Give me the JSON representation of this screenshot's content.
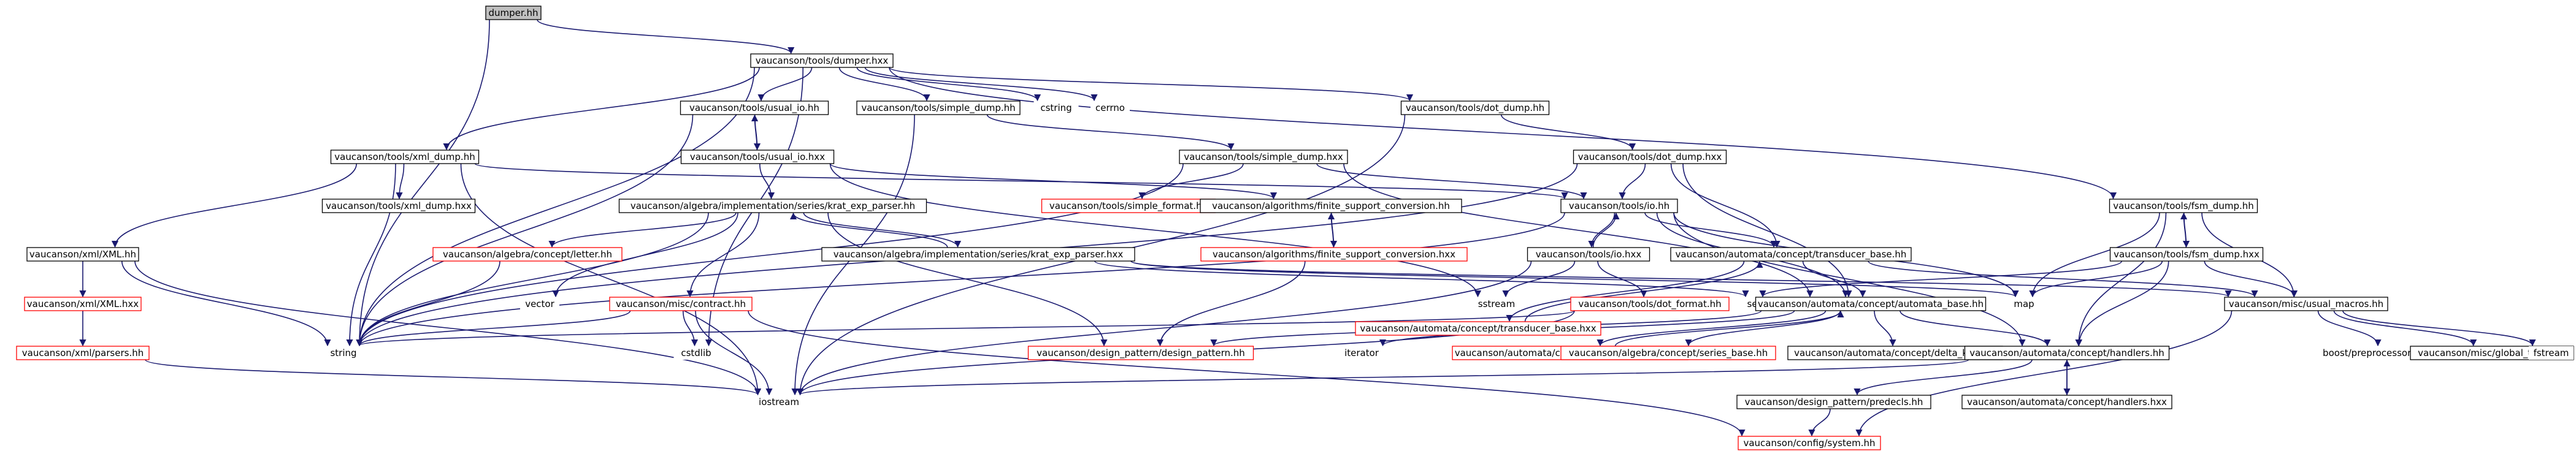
{
  "colors": {
    "edge": "#191970",
    "border": "#000000",
    "missing_border": "#ff0000",
    "root_fill": "#bfbfbf",
    "background": "#ffffff"
  },
  "nodes": {
    "dumper_hh": {
      "label": "dumper.hh",
      "style": "root"
    },
    "tools_dumper_hxx": {
      "label": "vaucanson/tools/dumper.hxx",
      "style": "boxed"
    },
    "tools_xml_dump_hh": {
      "label": "vaucanson/tools/xml_dump.hh",
      "style": "boxed"
    },
    "tools_usual_io_hh": {
      "label": "vaucanson/tools/usual_io.hh",
      "style": "boxed"
    },
    "tools_simple_dump_hh": {
      "label": "vaucanson/tools/simple_dump.hh",
      "style": "boxed"
    },
    "cstring": {
      "label": "cstring",
      "style": "plain"
    },
    "cerrno": {
      "label": "cerrno",
      "style": "plain"
    },
    "tools_dot_dump_hh": {
      "label": "vaucanson/tools/dot_dump.hh",
      "style": "boxed"
    },
    "tools_fsm_dump_hh": {
      "label": "vaucanson/tools/fsm_dump.hh",
      "style": "boxed"
    },
    "tools_usual_io_hxx": {
      "label": "vaucanson/tools/usual_io.hxx",
      "style": "boxed"
    },
    "tools_simple_dump_hxx": {
      "label": "vaucanson/tools/simple_dump.hxx",
      "style": "boxed"
    },
    "tools_dot_dump_hxx": {
      "label": "vaucanson/tools/dot_dump.hxx",
      "style": "boxed"
    },
    "tools_xml_dump_hxx": {
      "label": "vaucanson/tools/xml_dump.hxx",
      "style": "boxed"
    },
    "krat_exp_parser_hh": {
      "label": "vaucanson/algebra/implementation/series/krat_exp_parser.hh",
      "style": "boxed"
    },
    "tools_simple_format_hh": {
      "label": "vaucanson/tools/simple_format.hh",
      "style": "missing"
    },
    "finite_support_conversion_hh": {
      "label": "vaucanson/algorithms/finite_support_conversion.hh",
      "style": "boxed"
    },
    "tools_io_hh": {
      "label": "vaucanson/tools/io.hh",
      "style": "boxed"
    },
    "tools_fsm_dump_hxx": {
      "label": "vaucanson/tools/fsm_dump.hxx",
      "style": "boxed"
    },
    "xml_XML_hh": {
      "label": "vaucanson/xml/XML.hh",
      "style": "boxed"
    },
    "concept_letter_hh": {
      "label": "vaucanson/algebra/concept/letter.hh",
      "style": "missing"
    },
    "vector": {
      "label": "vector",
      "style": "plain"
    },
    "krat_exp_parser_hxx": {
      "label": "vaucanson/algebra/implementation/series/krat_exp_parser.hxx",
      "style": "boxed"
    },
    "finite_support_conversion_hxx": {
      "label": "vaucanson/algorithms/finite_support_conversion.hxx",
      "style": "missing"
    },
    "tools_io_hxx": {
      "label": "vaucanson/tools/io.hxx",
      "style": "boxed"
    },
    "transducer_base_hh": {
      "label": "vaucanson/automata/concept/transducer_base.hh",
      "style": "boxed"
    },
    "xml_XML_hxx": {
      "label": "vaucanson/xml/XML.hxx",
      "style": "missing"
    },
    "misc_contract_hh": {
      "label": "vaucanson/misc/contract.hh",
      "style": "missing"
    },
    "sstream": {
      "label": "sstream",
      "style": "plain"
    },
    "transducer_base_hxx": {
      "label": "vaucanson/automata/concept/transducer_base.hxx",
      "style": "missing"
    },
    "tools_dot_format_hh": {
      "label": "vaucanson/tools/dot_format.hh",
      "style": "missing"
    },
    "set": {
      "label": "set",
      "style": "plain"
    },
    "automata_base_hh": {
      "label": "vaucanson/automata/concept/automata_base.hh",
      "style": "boxed"
    },
    "map": {
      "label": "map",
      "style": "plain"
    },
    "usual_macros_hh": {
      "label": "vaucanson/misc/usual_macros.hh",
      "style": "boxed"
    },
    "xml_parsers_hh": {
      "label": "vaucanson/xml/parsers.hh",
      "style": "missing"
    },
    "string": {
      "label": "string",
      "style": "plain"
    },
    "cstdlib": {
      "label": "cstdlib",
      "style": "plain"
    },
    "design_pattern_hh": {
      "label": "vaucanson/design_pattern/design_pattern.hh",
      "style": "missing"
    },
    "iterator": {
      "label": "iterator",
      "style": "plain"
    },
    "automata_base_hxx": {
      "label": "vaucanson/automata/concept/automata_base.hxx",
      "style": "missing"
    },
    "delta_kind_hh": {
      "label": "vaucanson/automata/concept/delta_kind.hh",
      "style": "boxed"
    },
    "series_base_hh": {
      "label": "vaucanson/algebra/concept/series_base.hh",
      "style": "missing"
    },
    "boost_cat_hpp": {
      "label": "boost/preprocessor/cat.hpp",
      "style": "plain"
    },
    "global_timer_hh": {
      "label": "vaucanson/misc/global_timer.hh",
      "style": "boxed"
    },
    "fstream": {
      "label": "fstream",
      "style": "plain"
    },
    "handlers_hh": {
      "label": "vaucanson/automata/concept/handlers.hh",
      "style": "boxed"
    },
    "iostream": {
      "label": "iostream",
      "style": "plain"
    },
    "predecls_hh": {
      "label": "vaucanson/design_pattern/predecls.hh",
      "style": "boxed"
    },
    "handlers_hxx": {
      "label": "vaucanson/automata/concept/handlers.hxx",
      "style": "boxed"
    },
    "config_system_hh": {
      "label": "vaucanson/config/system.hh",
      "style": "missing"
    }
  },
  "edges": [
    [
      "dumper_hh",
      "tools_dumper_hxx"
    ],
    [
      "dumper_hh",
      "string"
    ],
    [
      "tools_dumper_hxx",
      "tools_xml_dump_hh"
    ],
    [
      "tools_dumper_hxx",
      "tools_usual_io_hh"
    ],
    [
      "tools_dumper_hxx",
      "tools_simple_dump_hh"
    ],
    [
      "tools_dumper_hxx",
      "cstring"
    ],
    [
      "tools_dumper_hxx",
      "cerrno"
    ],
    [
      "tools_dumper_hxx",
      "tools_dot_dump_hh"
    ],
    [
      "tools_dumper_hxx",
      "tools_fsm_dump_hh"
    ],
    [
      "tools_dumper_hxx",
      "string"
    ],
    [
      "tools_dumper_hxx",
      "cstdlib"
    ],
    [
      "tools_xml_dump_hh",
      "tools_xml_dump_hxx"
    ],
    [
      "tools_xml_dump_hh",
      "xml_XML_hh"
    ],
    [
      "tools_xml_dump_hh",
      "string"
    ],
    [
      "tools_xml_dump_hh",
      "tools_io_hh"
    ],
    [
      "tools_xml_dump_hh",
      "iostream"
    ],
    [
      "tools_usual_io_hh",
      "tools_usual_io_hxx"
    ],
    [
      "tools_usual_io_hh",
      "string"
    ],
    [
      "tools_usual_io_hxx",
      "tools_usual_io_hh"
    ],
    [
      "tools_usual_io_hxx",
      "krat_exp_parser_hh"
    ],
    [
      "tools_usual_io_hxx",
      "finite_support_conversion_hh"
    ],
    [
      "tools_usual_io_hxx",
      "sstream"
    ],
    [
      "tools_simple_dump_hh",
      "tools_simple_dump_hxx"
    ],
    [
      "tools_simple_dump_hh",
      "iostream"
    ],
    [
      "tools_simple_dump_hxx",
      "tools_simple_format_hh"
    ],
    [
      "tools_simple_dump_hxx",
      "tools_io_hh"
    ],
    [
      "tools_simple_dump_hxx",
      "automata_base_hh"
    ],
    [
      "tools_simple_dump_hxx",
      "string"
    ],
    [
      "tools_dot_dump_hh",
      "tools_dot_dump_hxx"
    ],
    [
      "tools_dot_dump_hh",
      "iostream"
    ],
    [
      "tools_dot_dump_hxx",
      "tools_io_hh"
    ],
    [
      "tools_dot_dump_hxx",
      "transducer_base_hh"
    ],
    [
      "tools_dot_dump_hxx",
      "automata_base_hh"
    ],
    [
      "tools_dot_dump_hxx",
      "string"
    ],
    [
      "tools_fsm_dump_hh",
      "tools_fsm_dump_hxx"
    ],
    [
      "tools_fsm_dump_hh",
      "handlers_hh"
    ],
    [
      "tools_fsm_dump_hh",
      "usual_macros_hh"
    ],
    [
      "tools_fsm_dump_hh",
      "map"
    ],
    [
      "tools_fsm_dump_hxx",
      "tools_fsm_dump_hh"
    ],
    [
      "tools_fsm_dump_hxx",
      "set"
    ],
    [
      "tools_fsm_dump_hxx",
      "map"
    ],
    [
      "tools_fsm_dump_hxx",
      "usual_macros_hh"
    ],
    [
      "tools_fsm_dump_hxx",
      "handlers_hh"
    ],
    [
      "krat_exp_parser_hh",
      "krat_exp_parser_hxx"
    ],
    [
      "krat_exp_parser_hh",
      "concept_letter_hh"
    ],
    [
      "krat_exp_parser_hh",
      "vector"
    ],
    [
      "krat_exp_parser_hh",
      "misc_contract_hh"
    ],
    [
      "krat_exp_parser_hh",
      "design_pattern_hh"
    ],
    [
      "krat_exp_parser_hh",
      "string"
    ],
    [
      "krat_exp_parser_hxx",
      "krat_exp_parser_hh"
    ],
    [
      "krat_exp_parser_hxx",
      "set"
    ],
    [
      "krat_exp_parser_hxx",
      "map"
    ],
    [
      "krat_exp_parser_hxx",
      "usual_macros_hh"
    ],
    [
      "finite_support_conversion_hh",
      "finite_support_conversion_hxx"
    ],
    [
      "finite_support_conversion_hxx",
      "finite_support_conversion_hh"
    ],
    [
      "finite_support_conversion_hxx",
      "design_pattern_hh"
    ],
    [
      "tools_io_hh",
      "tools_io_hxx"
    ],
    [
      "tools_io_hh",
      "transducer_base_hh"
    ],
    [
      "tools_io_hh",
      "automata_base_hh"
    ],
    [
      "tools_io_hh",
      "string"
    ],
    [
      "tools_io_hh",
      "map"
    ],
    [
      "tools_io_hh",
      "handlers_hh"
    ],
    [
      "tools_io_hxx",
      "tools_io_hh"
    ],
    [
      "tools_io_hxx",
      "tools_dot_format_hh"
    ],
    [
      "tools_io_hxx",
      "sstream"
    ],
    [
      "tools_io_hxx",
      "iostream"
    ],
    [
      "transducer_base_hh",
      "transducer_base_hxx"
    ],
    [
      "transducer_base_hh",
      "automata_base_hh"
    ],
    [
      "transducer_base_hh",
      "usual_macros_hh"
    ],
    [
      "transducer_base_hxx",
      "transducer_base_hh"
    ],
    [
      "tools_dot_format_hh",
      "string"
    ],
    [
      "tools_dot_format_hh",
      "iostream"
    ],
    [
      "xml_XML_hh",
      "xml_XML_hxx"
    ],
    [
      "xml_XML_hh",
      "string"
    ],
    [
      "xml_XML_hh",
      "iostream"
    ],
    [
      "xml_XML_hxx",
      "xml_parsers_hh"
    ],
    [
      "xml_parsers_hh",
      "iostream"
    ],
    [
      "misc_contract_hh",
      "string"
    ],
    [
      "misc_contract_hh",
      "cstdlib"
    ],
    [
      "misc_contract_hh",
      "iostream"
    ],
    [
      "misc_contract_hh",
      "config_system_hh"
    ],
    [
      "concept_letter_hh",
      "string"
    ],
    [
      "automata_base_hh",
      "automata_base_hxx"
    ],
    [
      "automata_base_hh",
      "iterator"
    ],
    [
      "automata_base_hh",
      "delta_kind_hh"
    ],
    [
      "automata_base_hh",
      "series_base_hh"
    ],
    [
      "automata_base_hh",
      "handlers_hh"
    ],
    [
      "automata_base_hh",
      "design_pattern_hh"
    ],
    [
      "automata_base_hxx",
      "automata_base_hh"
    ],
    [
      "handlers_hh",
      "handlers_hxx"
    ],
    [
      "handlers_hh",
      "predecls_hh"
    ],
    [
      "handlers_hh",
      "iostream"
    ],
    [
      "handlers_hxx",
      "handlers_hh"
    ],
    [
      "predecls_hh",
      "config_system_hh"
    ],
    [
      "usual_macros_hh",
      "boost_cat_hpp"
    ],
    [
      "usual_macros_hh",
      "global_timer_hh"
    ],
    [
      "usual_macros_hh",
      "fstream"
    ],
    [
      "usual_macros_hh",
      "config_system_hh"
    ]
  ]
}
